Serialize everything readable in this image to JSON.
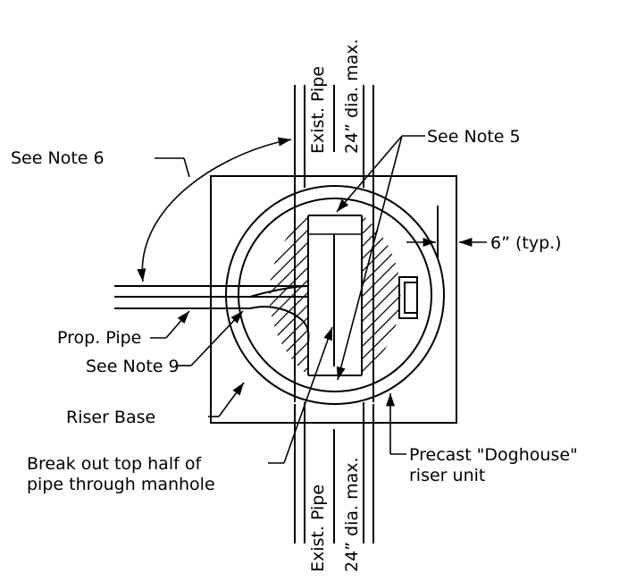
{
  "labels": {
    "see_note_6": "See Note 6",
    "see_note_5": "See Note 5",
    "six_inch_typ": "6” (typ.)",
    "prop_pipe": "Prop. Pipe",
    "see_note_9": "See Note 9",
    "riser_base": "Riser Base",
    "break_out_line1": "Break out top half of",
    "break_out_line2": "pipe through manhole",
    "precast_line1": "Precast \"Doghouse\"",
    "precast_line2": "riser unit",
    "exist_pipe_top_a": "Exist. Pipe",
    "exist_pipe_top_b": "24” dia. max.",
    "exist_pipe_bottom_a": "Exist. Pipe",
    "exist_pipe_bottom_b": "24” dia. max."
  }
}
